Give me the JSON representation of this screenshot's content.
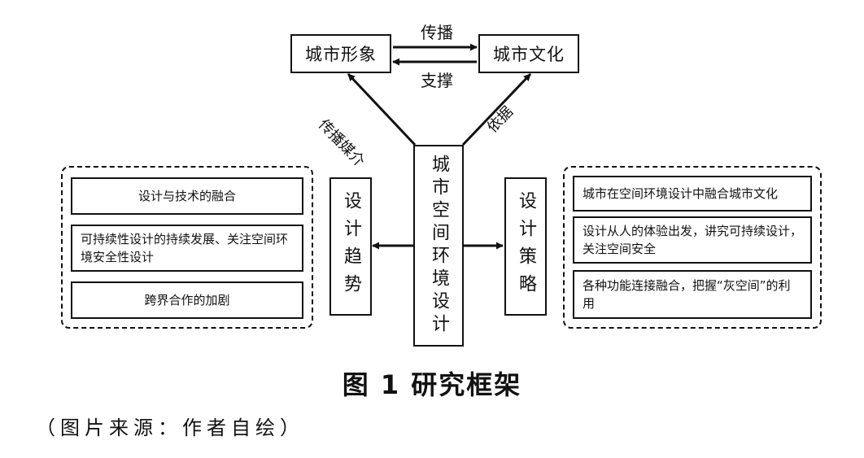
{
  "diagram": {
    "nodes": {
      "city_image": "城市形象",
      "city_culture": "城市文化",
      "center": "城市空间环境设计",
      "trend": "设计趋势",
      "strategy": "设计策略"
    },
    "edge_labels": {
      "spread": "传播",
      "support": "支撑",
      "medium": "传播媒介",
      "basis": "依据"
    },
    "trend_items": [
      "设计与技术的融合",
      "可持续性设计的持续发展、关注空间环境安全性设计",
      "跨界合作的加剧"
    ],
    "strategy_items": [
      "城市在空间环境设计中融合城市文化",
      "设计从人的体验出发，讲究可持续设计，关注空间安全",
      "各种功能连接融合，把握“灰空间”的利用"
    ]
  },
  "caption": {
    "title": "图 1  研究框架",
    "source": "（图片来源：作者自绘）"
  }
}
